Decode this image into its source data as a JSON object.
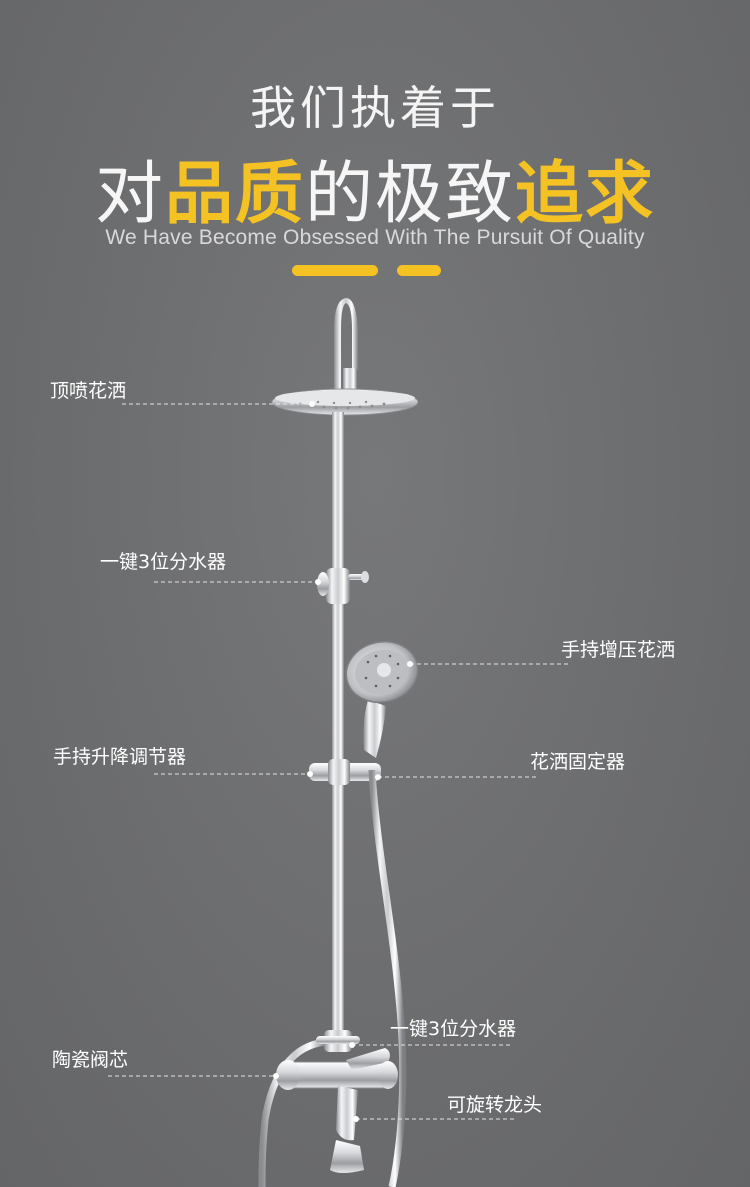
{
  "header": {
    "line1": "我们执着于",
    "line2_part1": "对",
    "line2_highlight1": "品质",
    "line2_part2": "的极致",
    "line2_highlight2": "追求",
    "subtitle": "We Have Become Obsessed With The Pursuit Of Quality"
  },
  "labels": {
    "top_shower": "顶喷花洒",
    "diverter_top": "一键3位分水器",
    "handheld_shower": "手持增压花洒",
    "height_adjuster": "手持升降调节器",
    "shower_holder": "花洒固定器",
    "diverter_bottom": "一键3位分水器",
    "ceramic_cartridge": "陶瓷阀芯",
    "rotating_spout": "可旋转龙头"
  },
  "colors": {
    "background": "#6e6f71",
    "accent": "#f5c224",
    "text": "#ffffff",
    "dash_line": "#e0e0e0"
  }
}
